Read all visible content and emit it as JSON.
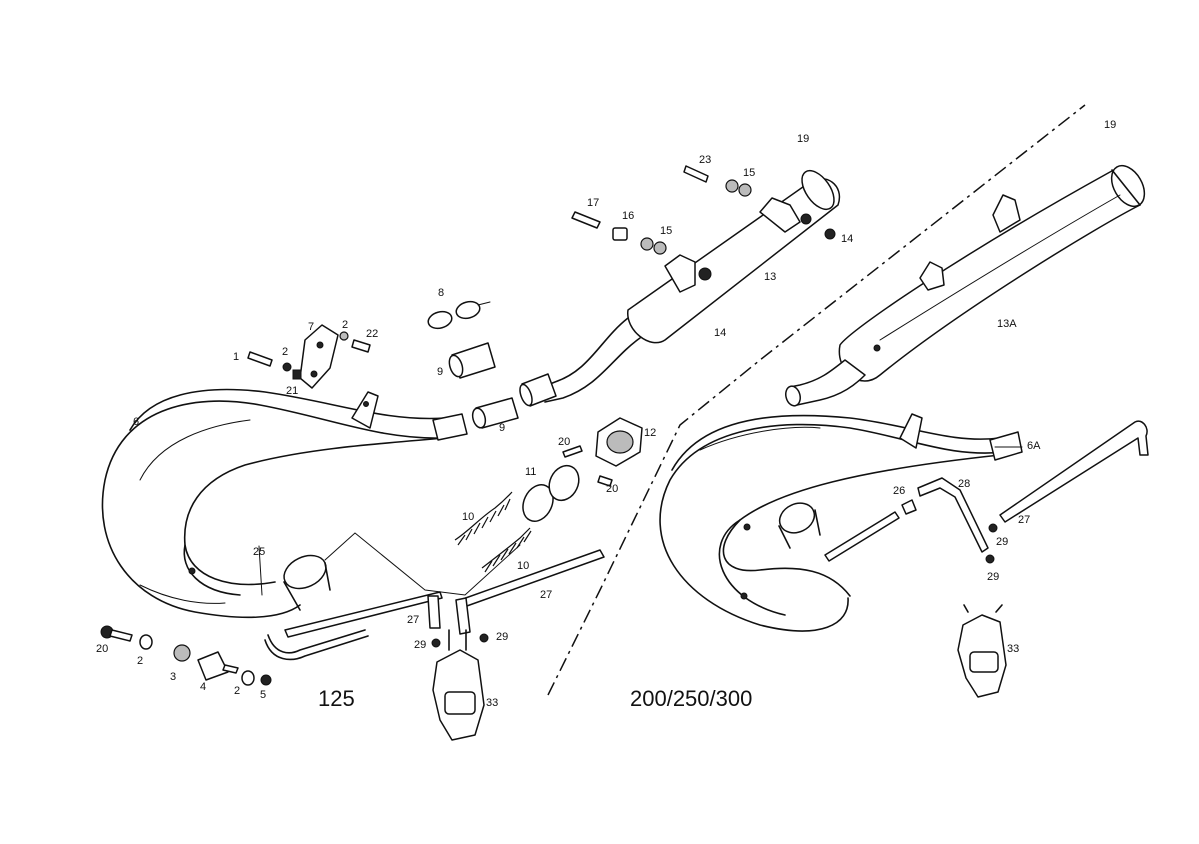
{
  "variants": {
    "left": "125",
    "right": "200/250/300"
  },
  "callouts": {
    "c1": "1",
    "c2a": "2",
    "c2b": "2",
    "c2c": "2",
    "c2d": "2",
    "c3": "3",
    "c4": "4",
    "c5": "5",
    "c6": "6",
    "c6a": "6A",
    "c7": "7",
    "c8": "8",
    "c9a": "9",
    "c9b": "9",
    "c10a": "10",
    "c10b": "10",
    "c11": "11",
    "c12": "12",
    "c13": "13",
    "c13a": "13A",
    "c14a": "14",
    "c14b": "14",
    "c15a": "15",
    "c15b": "15",
    "c16": "16",
    "c17": "17",
    "c19a": "19",
    "c19b": "19",
    "c20a": "20",
    "c20b": "20",
    "c20c": "20",
    "c21": "21",
    "c22": "22",
    "c23": "23",
    "c25": "25",
    "c26": "26",
    "c27a": "27",
    "c27b": "27",
    "c27c": "27",
    "c28": "28",
    "c29a": "29",
    "c29b": "29",
    "c29c": "29",
    "c29d": "29",
    "c33a": "33",
    "c33b": "33"
  }
}
